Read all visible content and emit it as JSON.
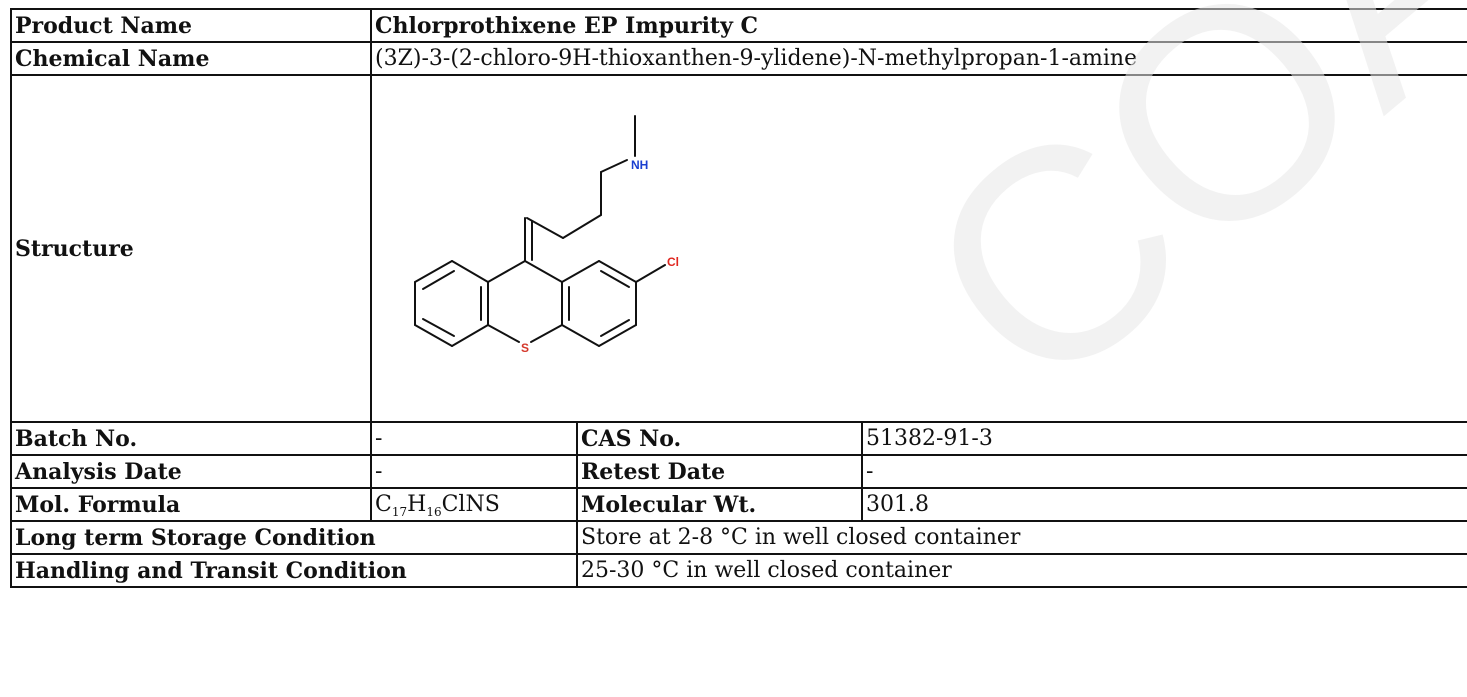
{
  "product_name": {
    "label": "Product Name",
    "value": "Chlorprothixene EP Impurity C"
  },
  "chemical_name": {
    "label": "Chemical Name",
    "value": "(3Z)-3-(2-chloro-9H-thioxanthen-9-ylidene)-N-methylpropan-1-amine"
  },
  "structure": {
    "label": "Structure",
    "atom_nh": "NH",
    "atom_cl": "Cl",
    "atom_s": "S"
  },
  "batch": {
    "label": "Batch No.",
    "value": "-"
  },
  "cas": {
    "label": "CAS No.",
    "value": "51382-91-3"
  },
  "analysis_date": {
    "label": "Analysis Date",
    "value": "-"
  },
  "retest_date": {
    "label": "Retest Date",
    "value": "-"
  },
  "mol_formula": {
    "label": "Mol. Formula",
    "c": "C",
    "c_n": "17",
    "h": "H",
    "h_n": "16",
    "rest": "ClNS"
  },
  "mol_wt": {
    "label": "Molecular Wt.",
    "value": "301.8"
  },
  "storage": {
    "label": "Long term Storage Condition",
    "value": "Store at 2-8 °C in well closed container"
  },
  "handling": {
    "label": "Handling and Transit Condition",
    "value": "25-30 °C in well closed container"
  },
  "watermark_text": "COA",
  "colors": {
    "border": "#111111",
    "nitrogen": "#1a3fd0",
    "chlorine": "#e0261f",
    "sulfur": "#d4372a",
    "watermark": "#eeeeee"
  }
}
